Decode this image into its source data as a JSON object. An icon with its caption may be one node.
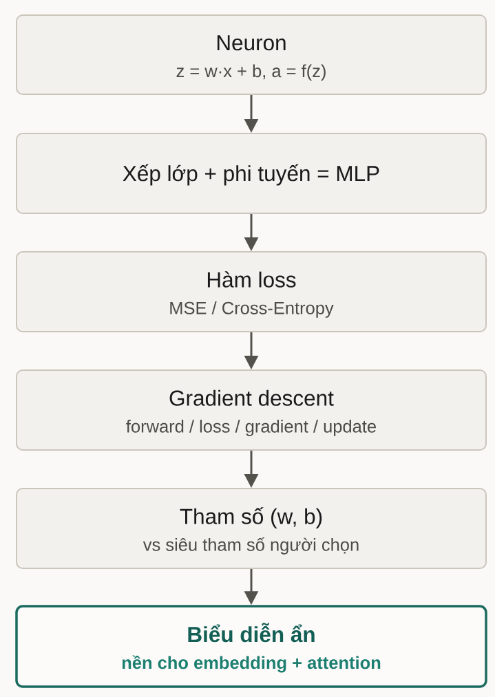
{
  "diagram": {
    "nodes": [
      {
        "text": [
          "Neuron",
          "z = w·x + b, a = f(z)"
        ]
      },
      {
        "text": [
          "Xếp lớp + phi tuyến = MLP"
        ]
      },
      {
        "text": [
          "Hàm loss",
          "MSE / Cross-Entropy"
        ]
      },
      {
        "text": [
          "Gradient descent",
          "forward / loss / gradient / update"
        ]
      },
      {
        "text": [
          "Tham số (w, b)",
          "vs siêu tham số người chọn"
        ]
      },
      {
        "text": [
          "Biểu diễn ẩn",
          "nền cho embedding + attention"
        ]
      }
    ],
    "edges": [
      {
        "from": 0,
        "to": 1,
        "arrow": "to"
      },
      {
        "from": 1,
        "to": 2,
        "arrow": "to"
      },
      {
        "from": 2,
        "to": 3,
        "arrow": "to"
      },
      {
        "from": 3,
        "to": 4,
        "arrow": "to"
      },
      {
        "from": 4,
        "to": 5,
        "arrow": "to"
      }
    ]
  }
}
